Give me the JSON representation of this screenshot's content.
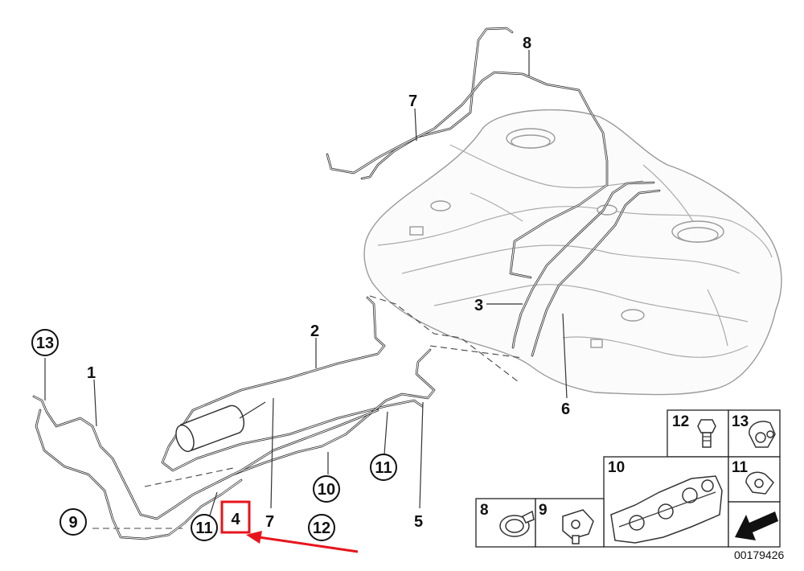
{
  "labels": {
    "l1": "1",
    "l2": "2",
    "l3": "3",
    "l4": "4",
    "l5": "5",
    "l6": "6",
    "l7a": "7",
    "l7b": "7",
    "l8": "8",
    "c9": "9",
    "c10": "10",
    "c11a": "11",
    "c11b": "11",
    "c12": "12",
    "c13": "13"
  },
  "legend": {
    "n12": "12",
    "n13": "13",
    "n10": "10",
    "n11": "11",
    "n8": "8",
    "n9": "9"
  },
  "diagram_code": "00179426",
  "icons": [
    "pipe-clip-icon",
    "bolt-icon",
    "cable-tie-icon",
    "pipe-holder-icon",
    "clamp-icon",
    "direction-arrow-icon"
  ],
  "highlight": {
    "target": "4",
    "box_color": "#e8141c",
    "arrow_color": "#e8141c"
  }
}
